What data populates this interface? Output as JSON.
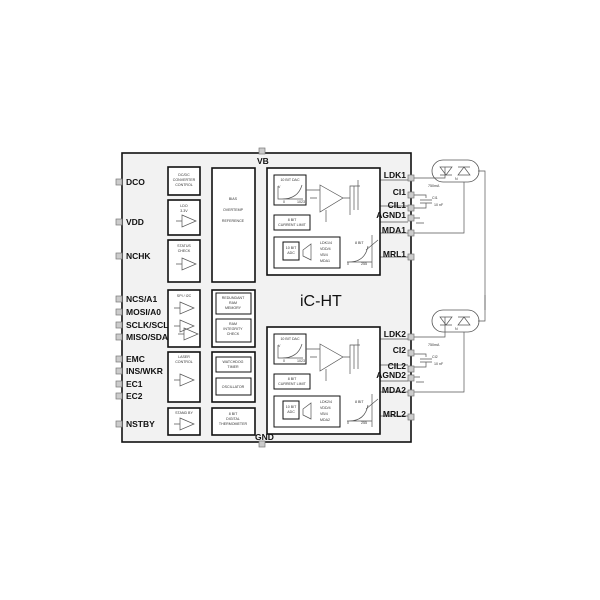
{
  "chip": {
    "name": "iC-HT",
    "top_pin": "VB",
    "bottom_pin": "GND"
  },
  "left_pins": [
    "DCO",
    "VDD",
    "NCHK",
    "NCS/A1",
    "MOSI/A0",
    "SCLK/SCL",
    "MISO/SDA",
    "EMC",
    "INS/WKR",
    "EC1",
    "EC2",
    "NSTBY"
  ],
  "right_pins": [
    "LDK1",
    "CI1",
    "CIL1",
    "AGND1",
    "MDA1",
    "MRL1",
    "LDK2",
    "CI2",
    "CIL2",
    "AGND2",
    "MDA2",
    "MRL2"
  ],
  "blocks": {
    "dcdc": [
      "DC/DC",
      "CONVERTER",
      "CONTROL"
    ],
    "ldo": [
      "LDO",
      "3.3V"
    ],
    "status": [
      "STATUS",
      "CHECK"
    ],
    "spi": "SPI / I2C",
    "laser": [
      "LASER",
      "CONTROL"
    ],
    "standby": "STAND BY",
    "bias": [
      "BIAS",
      "OVERTEMP",
      "REFERENCE"
    ],
    "ram_mem": [
      "REDUNDANT",
      "RAM",
      "MEMORY"
    ],
    "ram_chk": [
      "RAM",
      "INTEGRITY",
      "CHECK"
    ],
    "watchdog": [
      "WATCHDOG",
      "TIMER"
    ],
    "oscillator": "OSCILLATOR",
    "thermo": [
      "8 BIT",
      "DIGITAL",
      "THERMOMETER"
    ]
  },
  "channels": [
    {
      "dac": "10 BIT DAC",
      "dac_v": "V",
      "dac_0": "0",
      "dac_max": "1023",
      "limit": [
        "8 BIT",
        "CURRENT LIMIT"
      ],
      "adc": [
        "10 BIT",
        "ADC"
      ],
      "mux": [
        "LDK1/4",
        "VDD/4",
        "VB/4",
        "MDA1"
      ],
      "rpot": "8 BIT",
      "r0": "0",
      "rmax": "255",
      "current": "750mA",
      "cap_name": "CI1",
      "cap_val": "10 nF",
      "diode_n": "N"
    },
    {
      "dac": "10 BIT DAC",
      "dac_v": "V",
      "dac_0": "0",
      "dac_max": "1023",
      "limit": [
        "8 BIT",
        "CURRENT LIMIT"
      ],
      "adc": [
        "10 BIT",
        "ADC"
      ],
      "mux": [
        "LDK2/4",
        "VDD/4",
        "VB/4",
        "MDA2"
      ],
      "rpot": "8 BIT",
      "r0": "0",
      "rmax": "255",
      "current": "750mA",
      "cap_name": "CI2",
      "cap_val": "10 nF",
      "diode_n": "N"
    }
  ]
}
